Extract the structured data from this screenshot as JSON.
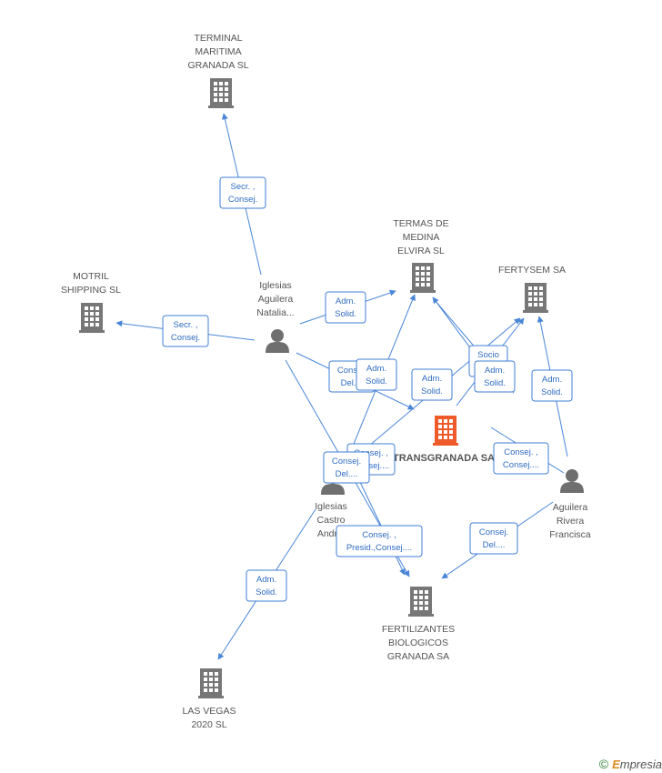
{
  "colors": {
    "edge": "#4a86d8",
    "company": "#777777",
    "focus_company": "#ee5a2a",
    "person": "#6f6f6f"
  },
  "nodes": [
    {
      "id": "terminal",
      "type": "company",
      "label": [
        "TERMINAL",
        "MARITIMA",
        "GRANADA SL"
      ]
    },
    {
      "id": "motril",
      "type": "company",
      "label": [
        "MOTRIL",
        "SHIPPING SL"
      ]
    },
    {
      "id": "termas",
      "type": "company",
      "label": [
        "TERMAS DE",
        "MEDINA",
        "ELVIRA SL"
      ]
    },
    {
      "id": "fertysem",
      "type": "company",
      "label": [
        "FERTYSEM SA"
      ]
    },
    {
      "id": "transgranada",
      "type": "focus",
      "label": [
        "TRANSGRANADA SA"
      ]
    },
    {
      "id": "fertilizantes",
      "type": "company",
      "label": [
        "FERTILIZANTES",
        "BIOLOGICOS",
        "GRANADA SA"
      ]
    },
    {
      "id": "lasvegas",
      "type": "company",
      "label": [
        "LAS VEGAS",
        "2020  SL"
      ]
    },
    {
      "id": "natalia",
      "type": "person",
      "label": [
        "Iglesias",
        "Aguilera",
        "Natalia..."
      ]
    },
    {
      "id": "andres",
      "type": "person",
      "label": [
        "Iglesias",
        "Castro",
        "Andr..."
      ]
    },
    {
      "id": "francisca",
      "type": "person",
      "label": [
        "Aguilera",
        "Rivera",
        "Francisca"
      ]
    }
  ],
  "edge_labels": [
    {
      "id": "e1",
      "lines": [
        "Secr. ,",
        "Consej."
      ]
    },
    {
      "id": "e2",
      "lines": [
        "Secr. ,",
        "Consej."
      ]
    },
    {
      "id": "e3",
      "lines": [
        "Adm.",
        "Solid."
      ]
    },
    {
      "id": "e4",
      "lines": [
        "Consej.",
        "Del...."
      ]
    },
    {
      "id": "e5",
      "lines": [
        "Adm.",
        "Solid."
      ]
    },
    {
      "id": "e6",
      "lines": [
        "Adm.",
        "Solid."
      ]
    },
    {
      "id": "e7",
      "lines": [
        "Socio",
        ""
      ]
    },
    {
      "id": "e8",
      "lines": [
        "Adm.",
        "Solid."
      ]
    },
    {
      "id": "e9",
      "lines": [
        "Adm.",
        "Solid."
      ]
    },
    {
      "id": "e10",
      "lines": [
        "Consej. ,",
        "Consej...."
      ]
    },
    {
      "id": "e11",
      "lines": [
        "Consej. ,",
        "Consej...."
      ]
    },
    {
      "id": "e12",
      "lines": [
        "Consej.",
        "Del...."
      ]
    },
    {
      "id": "e13",
      "lines": [
        "Consej. ,",
        "Presid.,Consej...."
      ]
    },
    {
      "id": "e14",
      "lines": [
        "Consej.",
        "Del...."
      ]
    },
    {
      "id": "e15",
      "lines": [
        "Adm.",
        "Solid."
      ]
    }
  ],
  "footer": {
    "copyright": "©",
    "brand_first": "E",
    "brand_rest": "mpresia"
  }
}
